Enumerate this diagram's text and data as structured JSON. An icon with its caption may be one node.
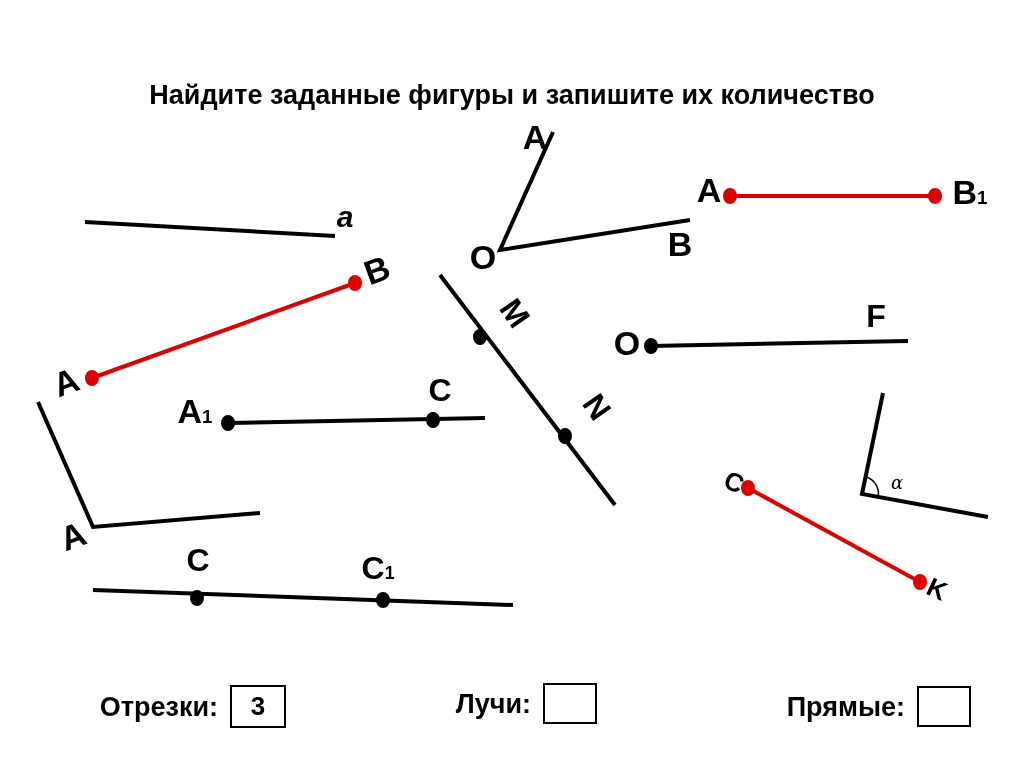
{
  "diagram": {
    "title": "Найдите заданные фигуры  и запишите их количество",
    "nodes": [
      {
        "text": [
          "3"
        ],
        "beside": [
          "Отрезки:"
        ]
      },
      {
        "text": [],
        "shape": "box",
        "beside": [
          "Лучи:"
        ]
      },
      {
        "text": [],
        "shape": "box",
        "beside": [
          "Прямые:"
        ]
      }
    ],
    "labels": [
      "A",
      "A",
      "B$_{1}$",
      "a",
      "B",
      "O",
      "B",
      "M",
      "F",
      "O",
      "A",
      "C",
      "A$_{1}$",
      "N",
      "C",
      "α",
      "A",
      "C",
      "C$_{1}$",
      "K"
    ]
  }
}
